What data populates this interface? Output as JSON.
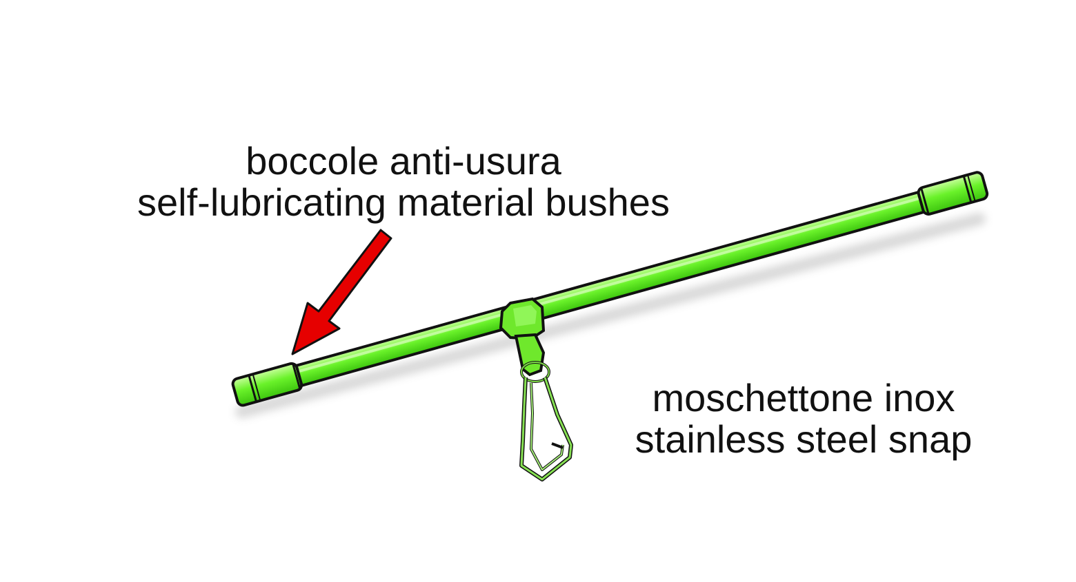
{
  "labels": {
    "bushes": {
      "line1": "boccole anti-usura",
      "line2": "self-lubricating material bushes"
    },
    "snap": {
      "line1": "moschettone inox",
      "line2": "stainless steel snap"
    }
  },
  "colors": {
    "rod": "#5eea1c",
    "rod_light": "#b8ff8a",
    "outline": "#111111",
    "arrow": "#e60000",
    "snap_metal": "#7fd84a"
  }
}
